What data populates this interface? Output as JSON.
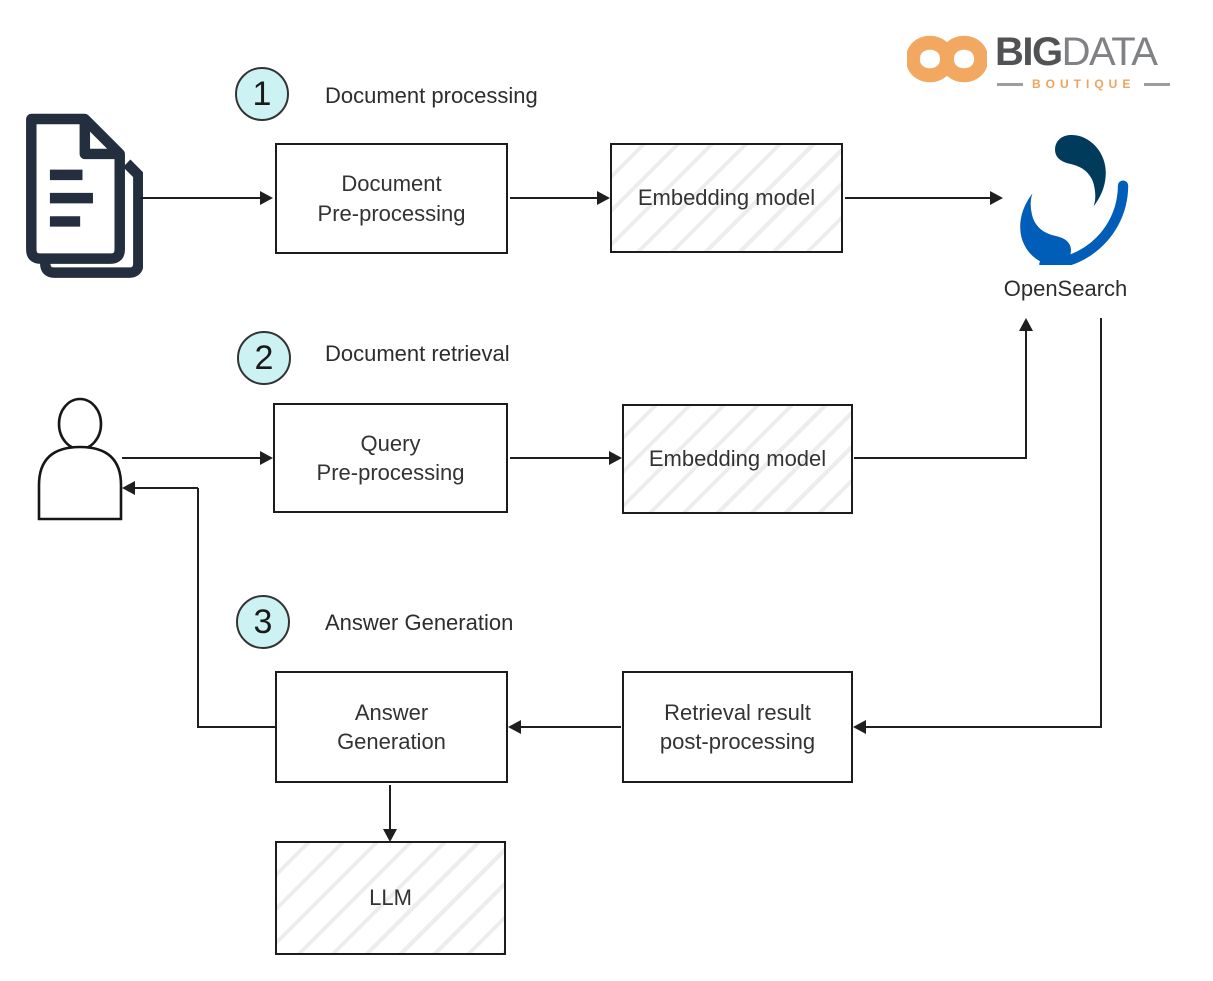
{
  "brand": {
    "name_bold": "BIG",
    "name_light": "DATA",
    "subtitle": "BOUTIQUE",
    "orange": "#F2A860",
    "name_dark_gray": "#515254",
    "name_light_gray": "#7F8184"
  },
  "steps": [
    {
      "number": "1",
      "label": "Document processing"
    },
    {
      "number": "2",
      "label": "Document retrieval"
    },
    {
      "number": "3",
      "label": "Answer Generation"
    }
  ],
  "nodes": {
    "doc_pre": {
      "line1": "Document",
      "line2": "Pre-processing",
      "hatched": false
    },
    "embedding_1": {
      "label": "Embedding model",
      "hatched": true
    },
    "query_pre": {
      "line1": "Query",
      "line2": "Pre-processing",
      "hatched": false
    },
    "embedding_2": {
      "label": "Embedding model",
      "hatched": true
    },
    "answer_gen": {
      "line1": "Answer",
      "line2": "Generation",
      "hatched": false
    },
    "retrieval_post": {
      "line1": "Retrieval result",
      "line2": "post-processing",
      "hatched": false
    },
    "llm": {
      "label": "LLM",
      "hatched": true
    }
  },
  "opensearch": {
    "label": "OpenSearch",
    "blue": "#005EB8",
    "dark": "#003B5C"
  },
  "colors": {
    "step_badge_fill": "#CDF2F3",
    "connector_line": "#1F1F1F",
    "document_icon_navy": "#232F3E"
  }
}
